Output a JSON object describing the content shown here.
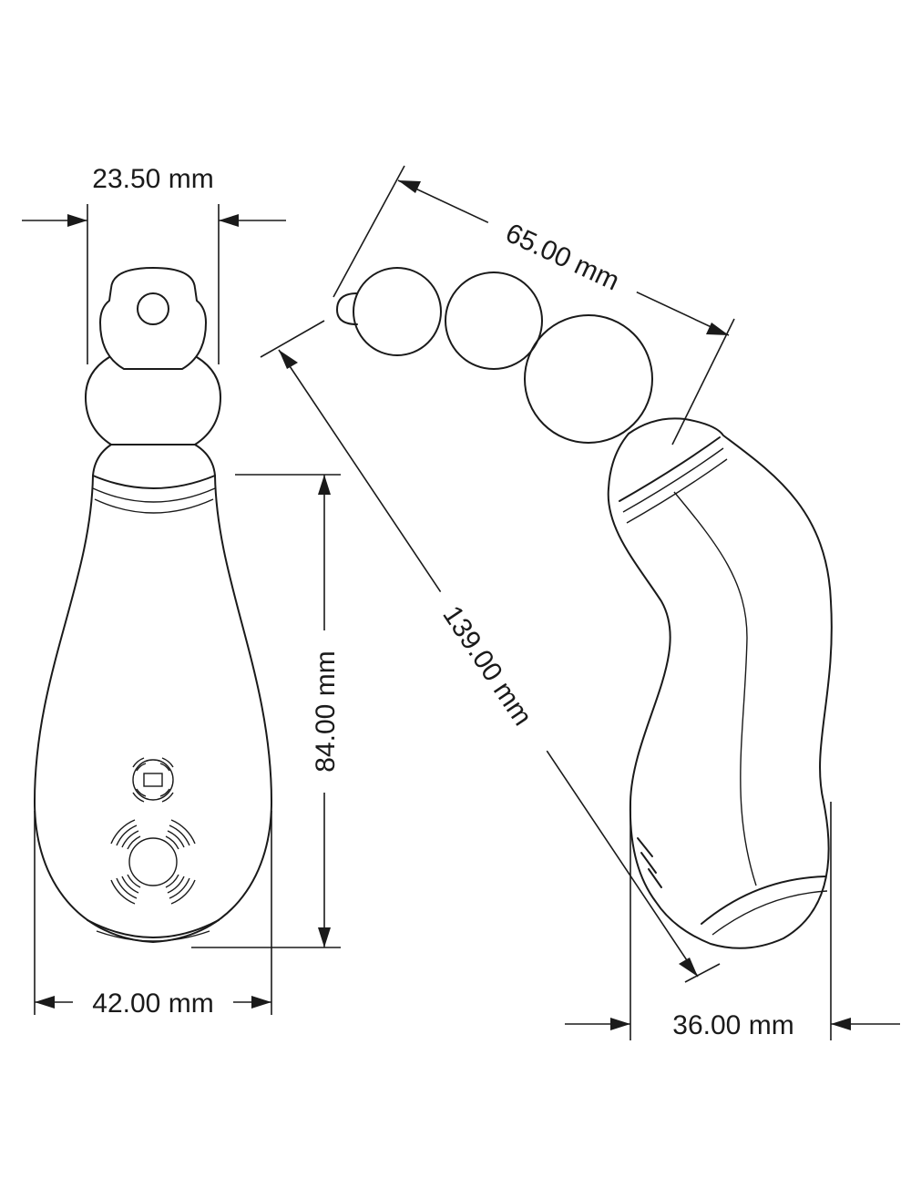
{
  "dimensions": {
    "front_top_width": "23.50 mm",
    "front_height": "84.00 mm",
    "front_bottom_width": "42.00 mm",
    "side_bead_span": "65.00 mm",
    "side_total_length": "139.00 mm",
    "side_bottom_width": "36.00 mm"
  },
  "colors": {
    "line": "#1a1a1a",
    "background": "#ffffff"
  }
}
